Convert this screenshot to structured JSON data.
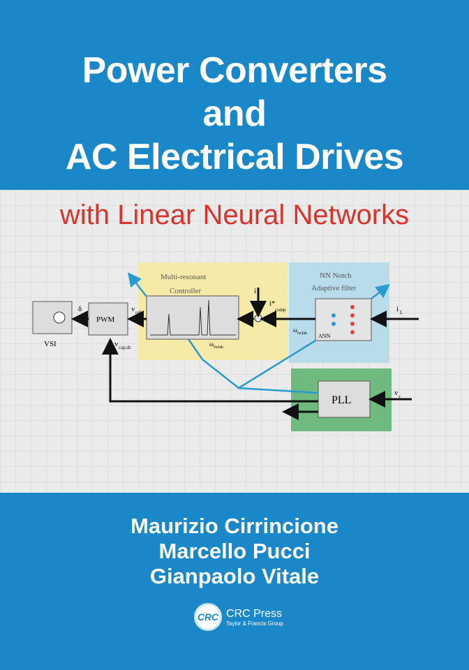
{
  "title": {
    "line1": "Power Converters",
    "line2": "and",
    "line3": "AC Electrical Drives"
  },
  "subtitle": "with Linear Neural Networks",
  "diagram": {
    "vsi": "VSI",
    "pwm": "PWM",
    "delta": "δ",
    "vref": "v",
    "vref_sub": "ref",
    "vcapdc": "v",
    "vcapdc_sub": "cap,dc",
    "controller_line1": "Multi-resonant",
    "controller_line2": "Controller",
    "nn_line1": "NN Notch",
    "nn_line2": "Adaptive filter",
    "ann": "ANN",
    "omega": "ω",
    "omega_sub": "fwfab",
    "i_top": "i",
    "i_comp": "i*",
    "i_comp_sub": "comp",
    "iL": "i",
    "iL_sub": "L",
    "pll": "PLL",
    "vs": "v",
    "vs_sub": "s",
    "colors": {
      "controller_bg": "#f5eaa8",
      "nn_bg": "#b9dcea",
      "pll_bg": "#6fba7f",
      "signal": "#2a9bd0"
    }
  },
  "authors": [
    "Maurizio Cirrincione",
    "Marcello Pucci",
    "Gianpaolo Vitale"
  ],
  "publisher": {
    "logo": "CRC",
    "name": "CRC Press",
    "group": "Taylor & Francis Group"
  },
  "colors": {
    "brand_blue": "#1a87c9",
    "subtitle_red": "#d9342b"
  }
}
